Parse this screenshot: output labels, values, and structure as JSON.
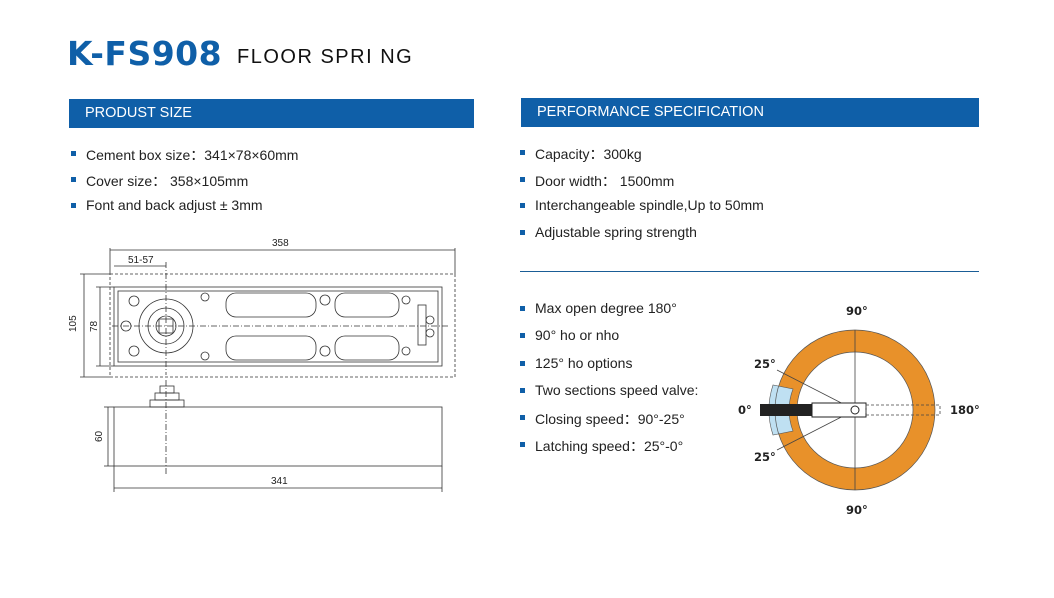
{
  "header": {
    "model": "K-FS908",
    "product": "FLOOR SPRI NG"
  },
  "product_size": {
    "heading": "PRODUST SIZE",
    "items": [
      "Cement box size：341×78×60mm",
      "Cover size： 358×105mm",
      "Font and back adjust ± 3mm"
    ]
  },
  "performance": {
    "heading": "PERFORMANCE SPECIFICATION",
    "items": [
      "Capacity：300kg",
      "Door width： 1500mm",
      "Interchangeable spindle,Up to 50mm",
      "Adjustable spring strength"
    ],
    "extra_items": [
      "Max open degree 180°",
      "90° ho or nho",
      "125° ho options",
      "Two sections speed valve:",
      "Closing speed：90°-25°",
      "Latching speed：25°-0°"
    ]
  },
  "drawing": {
    "dim_cover_length": "358",
    "dim_spindle_offset": "51-57",
    "dim_cover_width": "105",
    "dim_box_width": "78",
    "dim_box_height": "60",
    "dim_box_length": "341"
  },
  "angle_diagram": {
    "label_top": "90°",
    "label_bottom": "90°",
    "label_left": "0°",
    "label_right": "180°",
    "label_upper_25": "25°",
    "label_lower_25": "25°",
    "ring_color": "#e8912a",
    "latch_zone_color": "#bfe0f2",
    "door_color": "#222222"
  }
}
